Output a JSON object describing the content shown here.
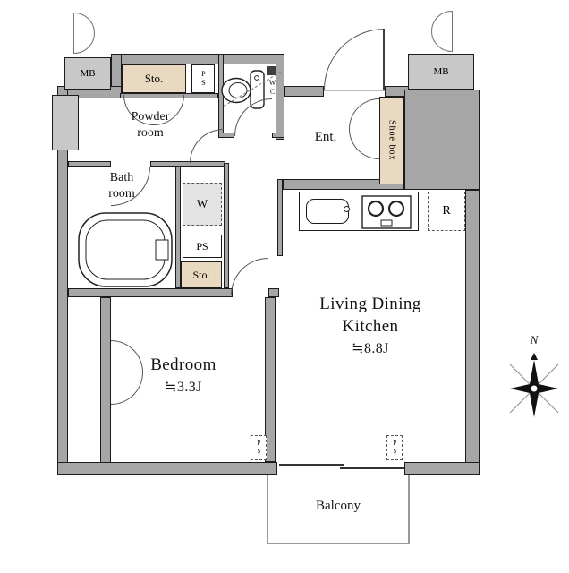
{
  "plan": {
    "rooms": {
      "ldk": {
        "line1": "Living Dining",
        "line2": "Kitchen",
        "size": "≒8.8J"
      },
      "bedroom": {
        "name": "Bedroom",
        "size": "≒3.3J"
      },
      "balcony": {
        "name": "Balcony"
      },
      "entrance": {
        "name": "Ent."
      },
      "powder_room": {
        "line1": "Powder",
        "line2": "room"
      },
      "bath_room": {
        "line1": "Bath",
        "line2": "room"
      },
      "wc": {
        "label": "WC"
      }
    },
    "fixtures": {
      "meter_box_left": "MB",
      "meter_box_right": "MB",
      "storage_top": "Sto.",
      "storage_mid": "Sto.",
      "pipe_space_top": "PS",
      "pipe_space_mid": "PS",
      "pipe_space_balcony_left": "PS",
      "pipe_space_balcony_right": "PS",
      "washer": "W",
      "refrigerator": "R",
      "shoe_box": "Shoe box"
    },
    "compass": {
      "north": "N"
    },
    "colors": {
      "wall": "#a6a6a6",
      "storage_beige": "#e9d9c0",
      "meter_gray": "#c8c8c8"
    }
  }
}
